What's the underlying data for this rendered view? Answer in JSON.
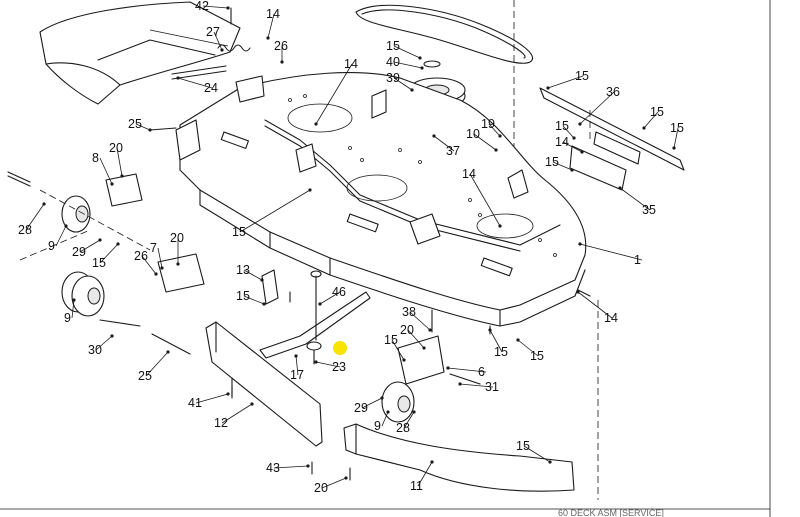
{
  "diagram": {
    "footer_text": "60 DECK ASM [SERVICE]",
    "highlight_color": "#f7e400",
    "callouts": [
      {
        "id": "c42",
        "label": "42"
      },
      {
        "id": "c14a",
        "label": "14"
      },
      {
        "id": "c27",
        "label": "27"
      },
      {
        "id": "c26a",
        "label": "26"
      },
      {
        "id": "c24",
        "label": "24"
      },
      {
        "id": "c14b",
        "label": "14"
      },
      {
        "id": "c15a",
        "label": "15"
      },
      {
        "id": "c40",
        "label": "40"
      },
      {
        "id": "c39",
        "label": "39"
      },
      {
        "id": "c15b",
        "label": "15"
      },
      {
        "id": "c36",
        "label": "36"
      },
      {
        "id": "c15c",
        "label": "15"
      },
      {
        "id": "c15d",
        "label": "15"
      },
      {
        "id": "c25a",
        "label": "25"
      },
      {
        "id": "c19",
        "label": "19"
      },
      {
        "id": "c15e",
        "label": "15"
      },
      {
        "id": "c14c",
        "label": "14"
      },
      {
        "id": "c10",
        "label": "10"
      },
      {
        "id": "c15f",
        "label": "15"
      },
      {
        "id": "c37",
        "label": "37"
      },
      {
        "id": "c8",
        "label": "8"
      },
      {
        "id": "c20a",
        "label": "20"
      },
      {
        "id": "c14d",
        "label": "14"
      },
      {
        "id": "c35",
        "label": "35"
      },
      {
        "id": "c28a",
        "label": "28"
      },
      {
        "id": "c15g",
        "label": "15"
      },
      {
        "id": "c9a",
        "label": "9"
      },
      {
        "id": "c7",
        "label": "7"
      },
      {
        "id": "c20b",
        "label": "20"
      },
      {
        "id": "c29a",
        "label": "29"
      },
      {
        "id": "c26b",
        "label": "26"
      },
      {
        "id": "c15h",
        "label": "15"
      },
      {
        "id": "c1",
        "label": "1"
      },
      {
        "id": "c13",
        "label": "13"
      },
      {
        "id": "c15i",
        "label": "15"
      },
      {
        "id": "c46",
        "label": "46"
      },
      {
        "id": "c14e",
        "label": "14"
      },
      {
        "id": "c9b",
        "label": "9"
      },
      {
        "id": "c38",
        "label": "38"
      },
      {
        "id": "c15j",
        "label": "15"
      },
      {
        "id": "c30",
        "label": "30"
      },
      {
        "id": "c20c",
        "label": "20"
      },
      {
        "id": "c15k",
        "label": "15"
      },
      {
        "id": "c15l",
        "label": "15"
      },
      {
        "id": "c23",
        "label": "23"
      },
      {
        "id": "c17",
        "label": "17"
      },
      {
        "id": "c25b",
        "label": "25"
      },
      {
        "id": "c6",
        "label": "6"
      },
      {
        "id": "c31",
        "label": "31"
      },
      {
        "id": "c41",
        "label": "41"
      },
      {
        "id": "c29b",
        "label": "29"
      },
      {
        "id": "c12",
        "label": "12"
      },
      {
        "id": "c9c",
        "label": "9"
      },
      {
        "id": "c28b",
        "label": "28"
      },
      {
        "id": "c15m",
        "label": "15"
      },
      {
        "id": "c43",
        "label": "43"
      },
      {
        "id": "c11",
        "label": "11"
      },
      {
        "id": "c20d",
        "label": "20"
      }
    ]
  }
}
